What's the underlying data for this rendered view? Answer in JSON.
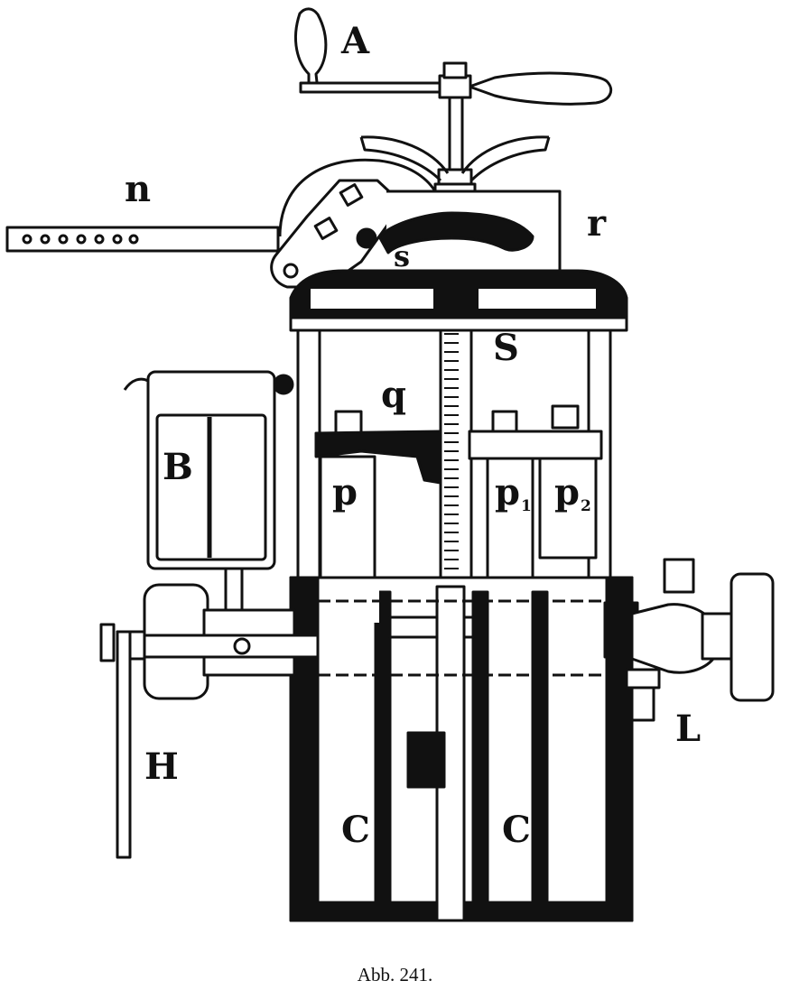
{
  "figure": {
    "caption": "Abb. 241.",
    "ink_color": "#111111",
    "paper_color": "#ffffff",
    "labels": {
      "A": "A",
      "n": "n",
      "r": "r",
      "s_small": "s",
      "S_big": "S",
      "q": "q",
      "B": "B",
      "p": "p",
      "p1": "p",
      "p1_sub": "1",
      "p2": "p",
      "p2_sub": "2",
      "H": "H",
      "L": "L",
      "C_left": "C",
      "C_right": "C"
    }
  }
}
